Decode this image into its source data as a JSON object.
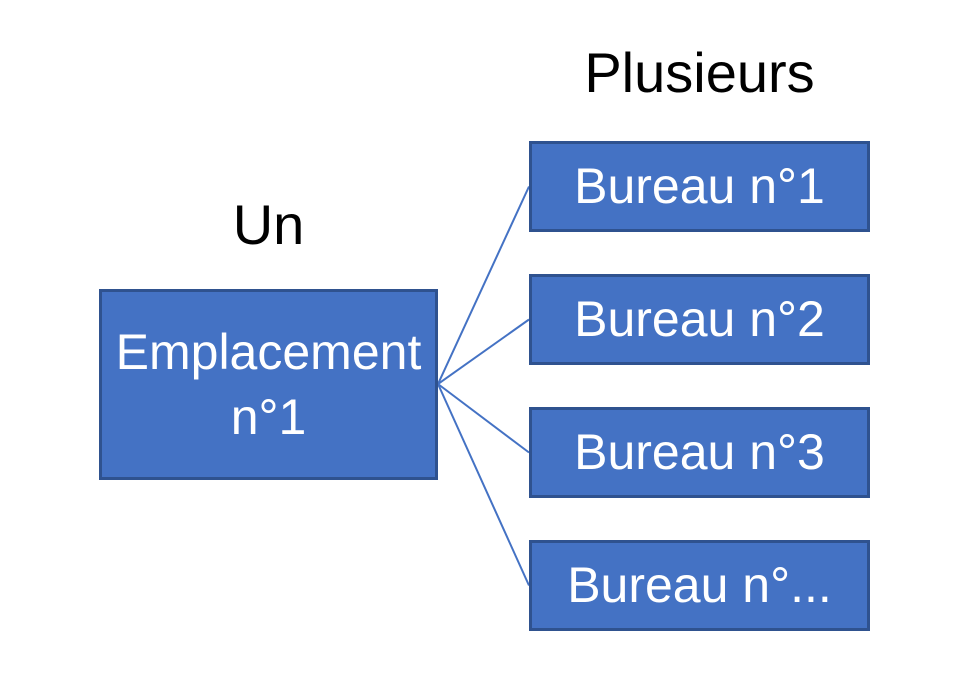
{
  "diagram": {
    "left_heading": "Un",
    "right_heading": "Plusieurs",
    "source": {
      "label": "Emplacement n°1"
    },
    "targets": [
      {
        "label": "Bureau n°1"
      },
      {
        "label": "Bureau n°2"
      },
      {
        "label": "Bureau n°3"
      },
      {
        "label": "Bureau n°..."
      }
    ],
    "relationship": "one-to-many",
    "colors": {
      "box_fill": "#4472C4",
      "box_border": "#2F528F",
      "connector_line": "#4472C4",
      "box_text": "#FFFFFF",
      "heading_text": "#000000",
      "background": "#FFFFFF"
    }
  }
}
